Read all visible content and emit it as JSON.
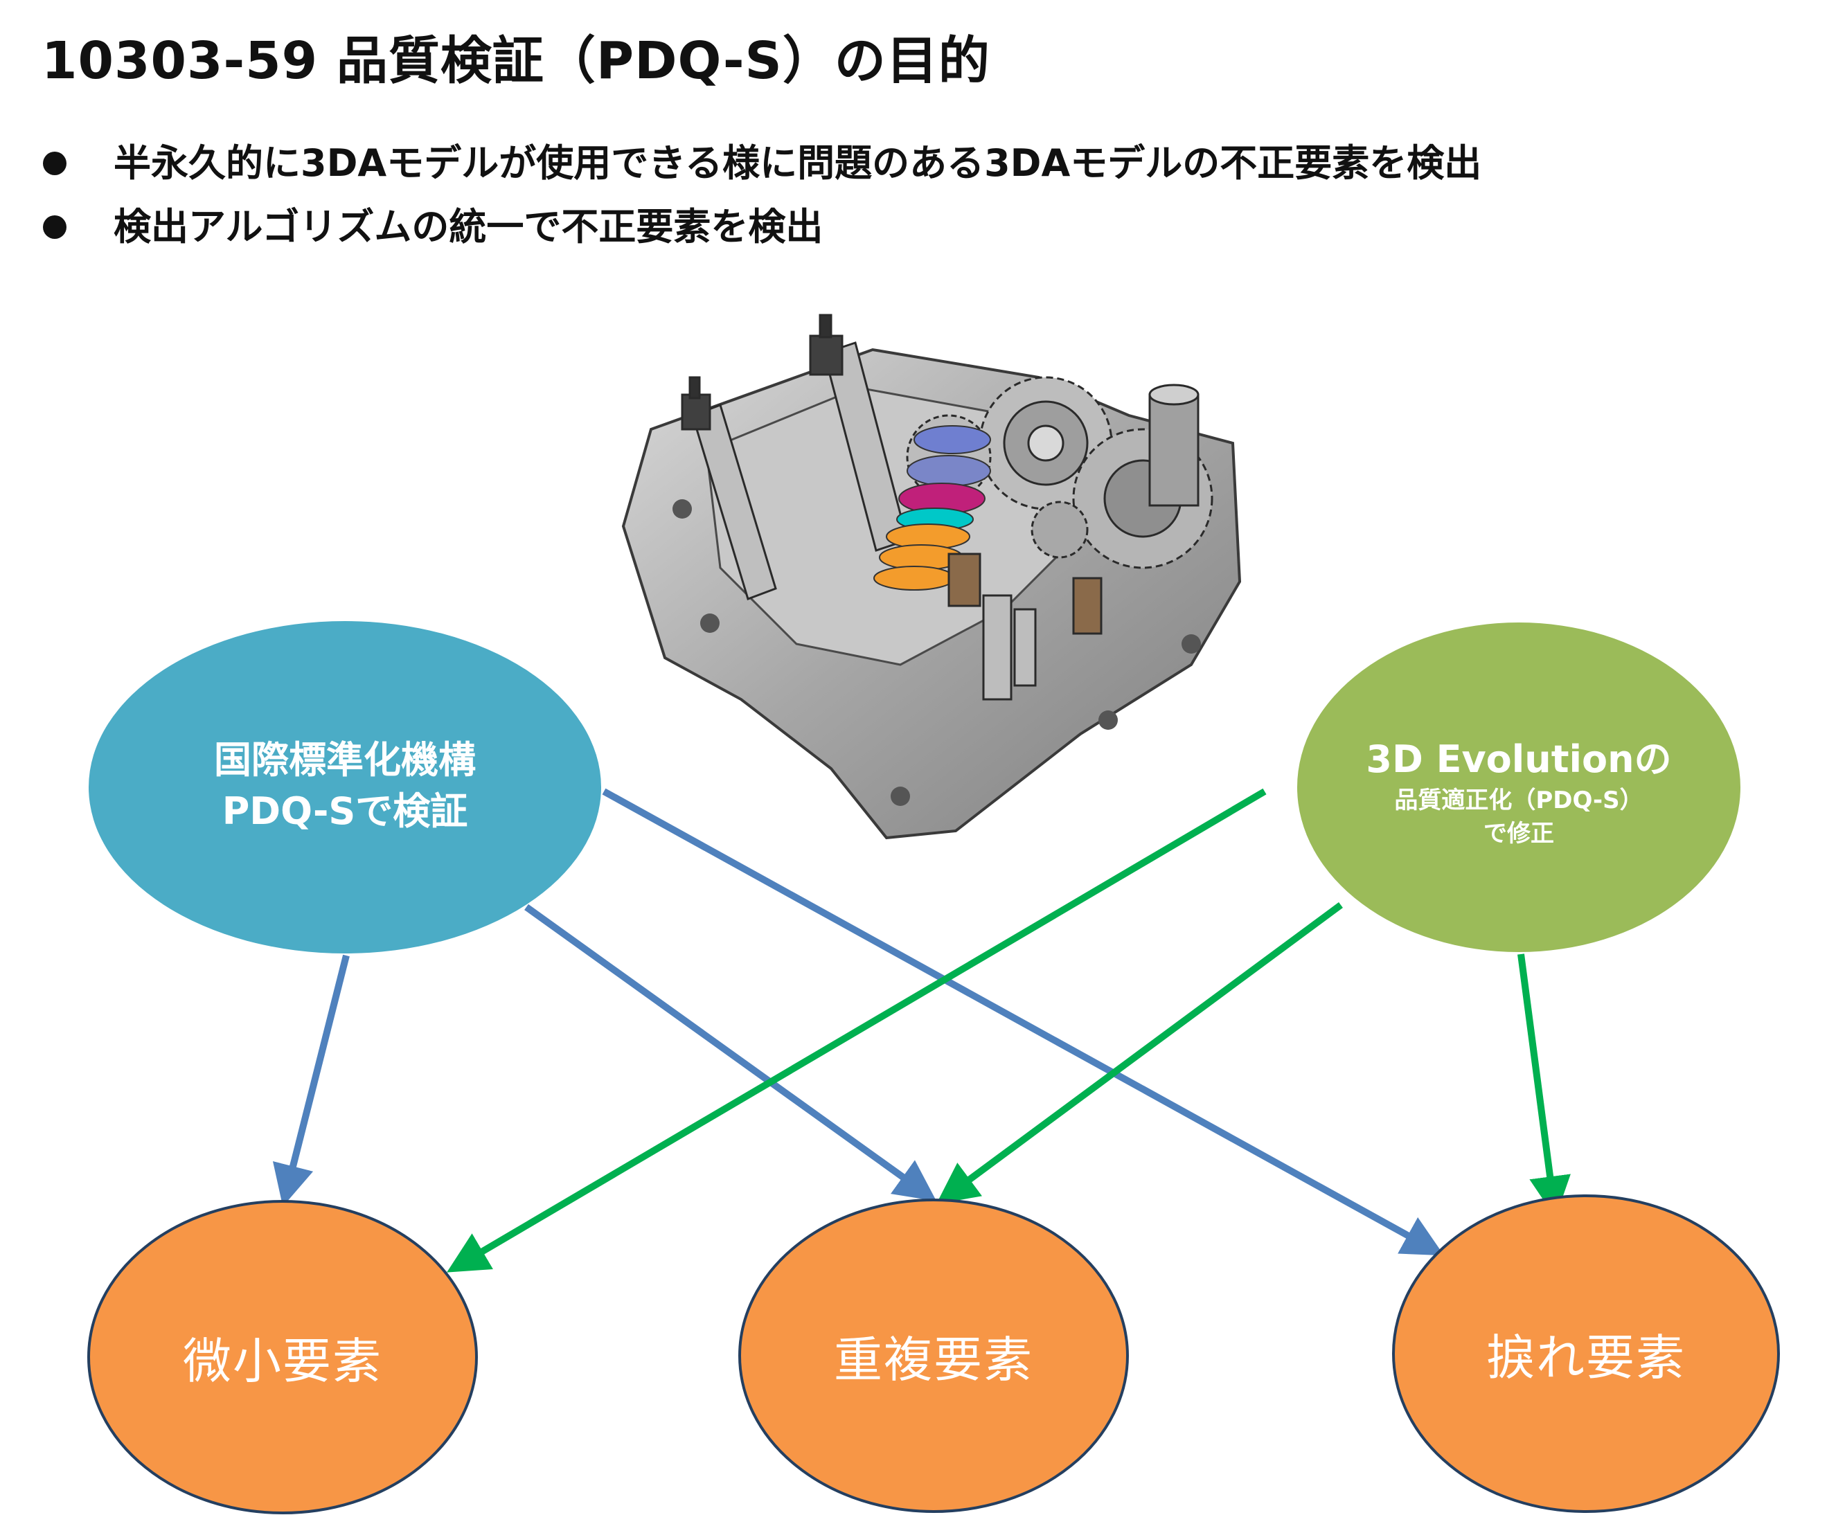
{
  "title": "10303-59 品質検証（PDQ-S）の目的",
  "bullets": [
    "半永久的に3DAモデルが使用できる様に問題のある3DAモデルの不正要素を検出",
    "検出アルゴリズムの統一で不正要素を検出"
  ],
  "nodes": {
    "iso": {
      "line1": "国際標準化機構",
      "line2": "PDQ-Sで検証"
    },
    "evolution": {
      "line1": "3D Evolutionの",
      "line2": "品質適正化（PDQ-S）",
      "line3": "で修正"
    },
    "small": {
      "label": "微小要素"
    },
    "duplicate": {
      "label": "重複要素"
    },
    "deviation": {
      "label": "捩れ要素"
    }
  },
  "image": {
    "subject": "gearbox-cad-model"
  },
  "colors": {
    "iso_fill": "#4bacc6",
    "evolution_fill": "#9bbb59",
    "target_fill": "#f79646",
    "target_stroke": "#243f60",
    "blue_arrow": "#4f81bd",
    "green_arrow": "#00b050"
  }
}
